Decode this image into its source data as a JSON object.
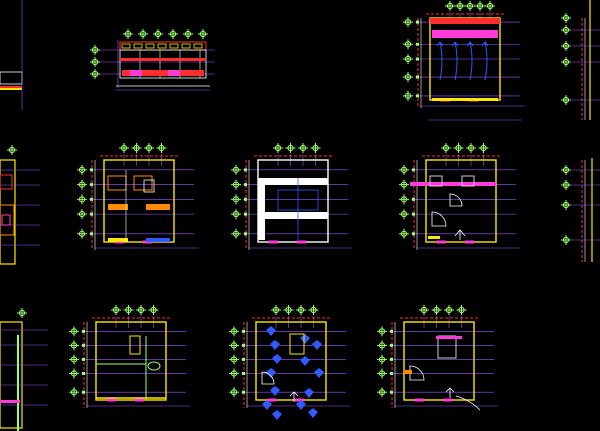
{
  "cad_viewport": {
    "background_color": "#000000",
    "colors": {
      "grid_line": "#9b59ff",
      "wall_yellow": "#ffe800",
      "wall_white": "#ffffff",
      "dimension_red": "#ff2e2e",
      "marker_green": "#9bff6a",
      "furniture_blue": "#2f5bff",
      "stair_magenta": "#ff3ad6",
      "dash_orange": "#ff8c00",
      "cyan": "#39d4ff"
    },
    "icons": {
      "grid_marker": "crosshair-circle-icon",
      "door_arc": "door-swing-icon",
      "stair_arrow": "stair-direction-icon"
    },
    "drawings": [
      {
        "name": "section-elevation",
        "description_icon": "elevation-icon"
      },
      {
        "name": "floor-plan-top-right"
      },
      {
        "name": "floor-plan-1"
      },
      {
        "name": "floor-plan-2"
      },
      {
        "name": "floor-plan-3"
      },
      {
        "name": "floor-plan-4"
      },
      {
        "name": "floor-plan-5"
      },
      {
        "name": "floor-plan-6"
      },
      {
        "name": "floor-plan-7"
      },
      {
        "name": "floor-plan-8"
      }
    ]
  }
}
